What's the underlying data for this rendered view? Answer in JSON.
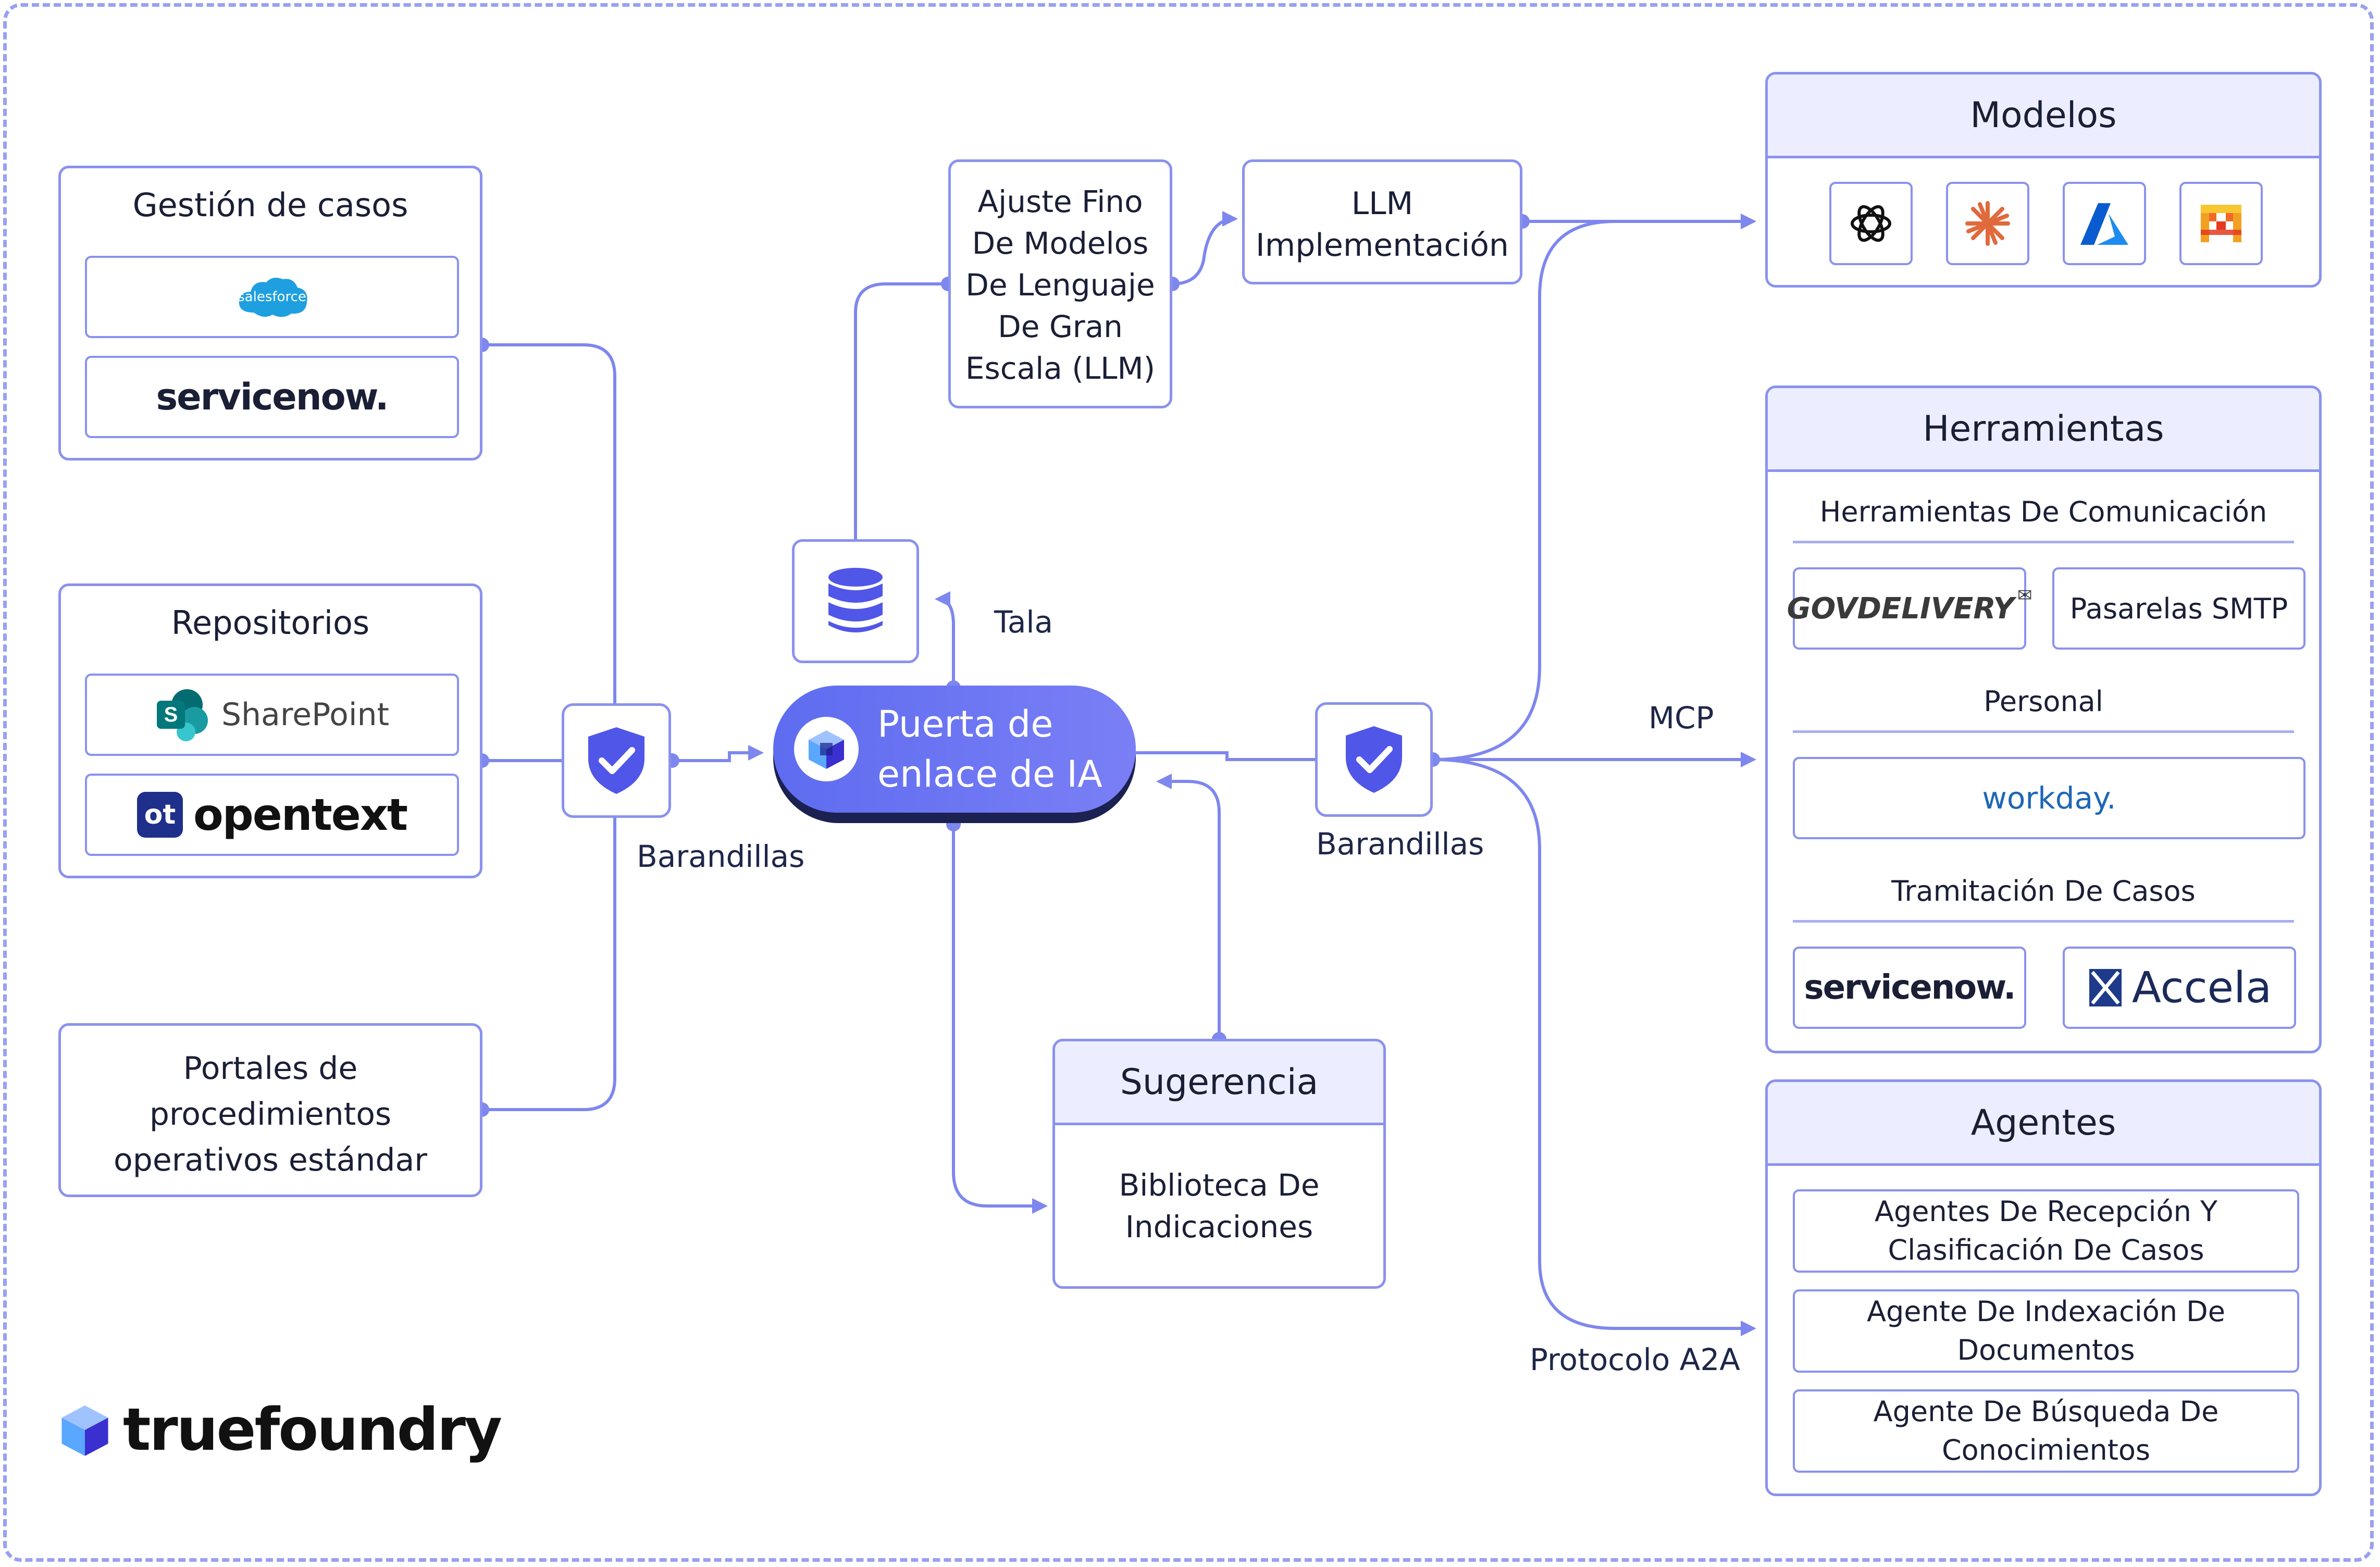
{
  "brand": {
    "name": "truefoundry",
    "accent": "#7e87ee",
    "header_bg": "#eceeff",
    "gateway_gradient": [
      "#5e6cf0",
      "#7a7ff5"
    ]
  },
  "left": {
    "case_mgmt": {
      "title": "Gestión de casos",
      "logos": [
        "salesforce",
        "servicenow."
      ]
    },
    "repos": {
      "title": "Repositorios",
      "logos": [
        "SharePoint",
        "opentext"
      ]
    },
    "sop": {
      "title": "Portales de procedimientos operativos estándar"
    }
  },
  "guardrails": {
    "left_label": "Barandillas",
    "right_label": "Barandillas",
    "icon": "shield-check-icon"
  },
  "gateway": {
    "label": "Puerta de enlace de IA",
    "icon": "truefoundry-cube-icon"
  },
  "log": {
    "label": "Tala",
    "icon": "database-icon"
  },
  "finetune": {
    "title": "Ajuste Fino De Modelos De Lenguaje De Gran Escala (LLM)"
  },
  "deploy": {
    "title": "LLM Implementación"
  },
  "prompt": {
    "title": "Sugerencia",
    "body": "Biblioteca De Indicaciones"
  },
  "models": {
    "title": "Modelos",
    "icons": [
      "openai-icon",
      "anthropic-icon",
      "azure-icon",
      "mistral-icon"
    ]
  },
  "tools": {
    "title": "Herramientas",
    "comm": {
      "title": "Herramientas De Comunicación",
      "items": [
        "GOVDELIVERY",
        "Pasarelas SMTP"
      ]
    },
    "personnel": {
      "title": "Personal",
      "items": [
        "workday."
      ]
    },
    "casework": {
      "title": "Tramitación De Casos",
      "items": [
        "servicenow.",
        "Accela"
      ]
    }
  },
  "agents": {
    "title": "Agentes",
    "items": [
      "Agentes De Recepción Y Clasificación De Casos",
      "Agente De Indexación De Documentos",
      "Agente De Búsqueda De Conocimientos"
    ]
  },
  "edges": {
    "mcp": "MCP",
    "a2a": "Protocolo A2A"
  }
}
